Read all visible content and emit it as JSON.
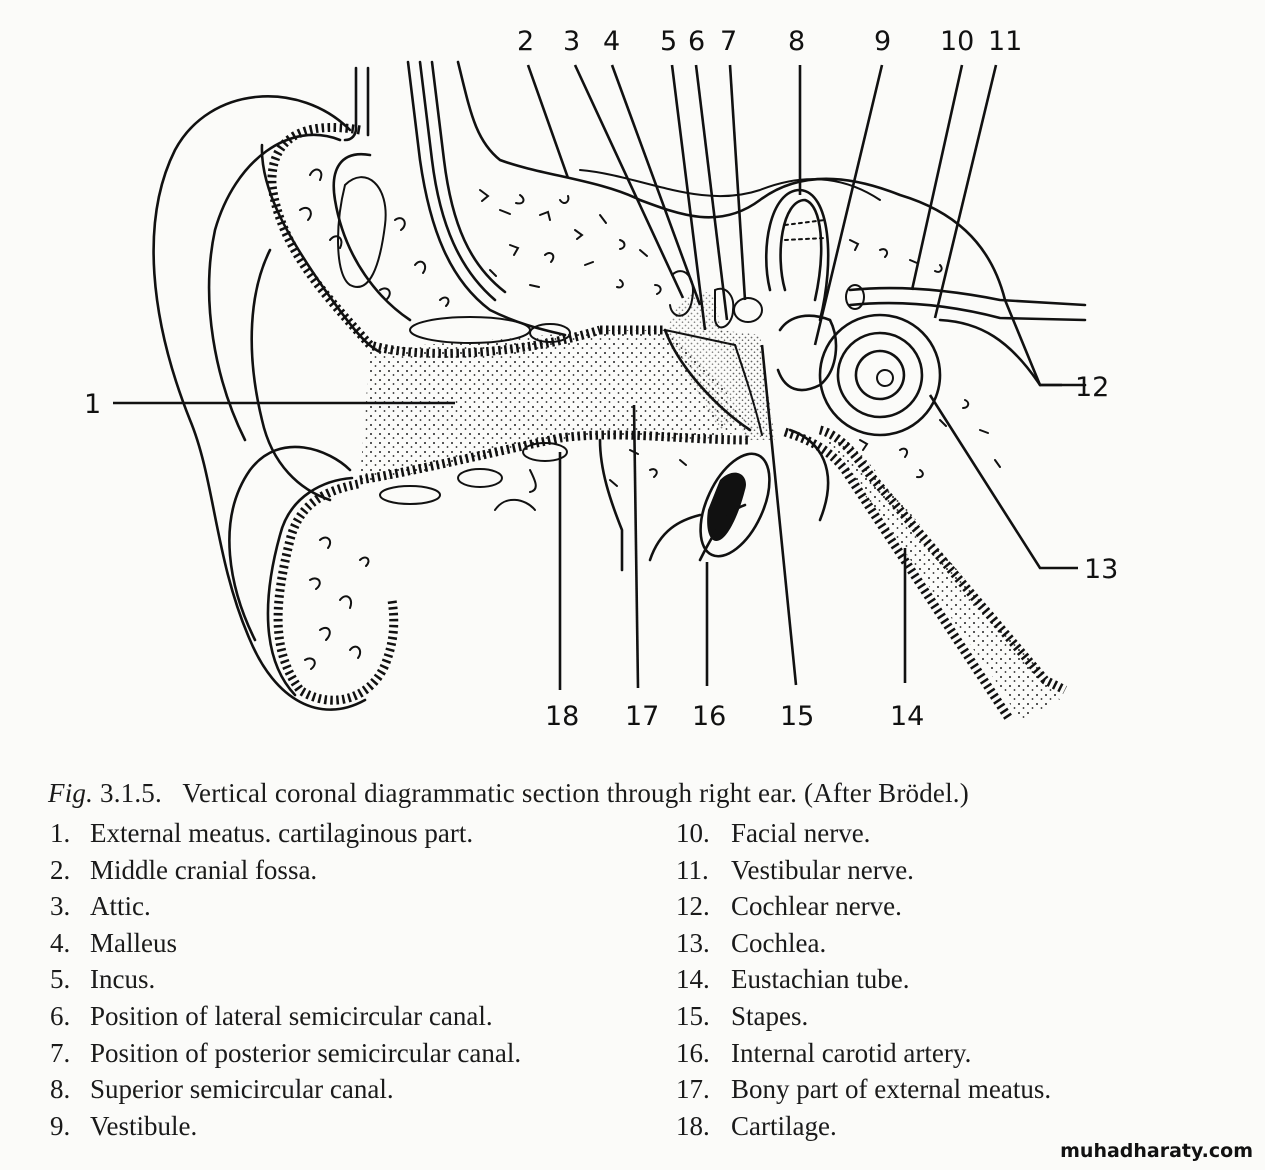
{
  "figure": {
    "caption_prefix": "Fig.",
    "caption_number": "3.1.5.",
    "caption_text": "Vertical coronal diagrammatic section through right ear. (After Brödel.)",
    "callout_numbers": {
      "n1": "1",
      "n2": "2",
      "n3": "3",
      "n4": "4",
      "n5": "5",
      "n6": "6",
      "n7": "7",
      "n8": "8",
      "n9": "9",
      "n10": "10",
      "n11": "11",
      "n12": "12",
      "n13": "13",
      "n14": "14",
      "n15": "15",
      "n16": "16",
      "n17": "17",
      "n18": "18"
    }
  },
  "legend": {
    "left": [
      {
        "num": "1.",
        "label": "External meatus. cartilaginous part."
      },
      {
        "num": "2.",
        "label": "Middle cranial fossa."
      },
      {
        "num": "3.",
        "label": "Attic."
      },
      {
        "num": "4.",
        "label": "Malleus"
      },
      {
        "num": "5.",
        "label": "Incus."
      },
      {
        "num": "6.",
        "label": "Position of lateral semicircular canal."
      },
      {
        "num": "7.",
        "label": "Position of posterior semicircular canal."
      },
      {
        "num": "8.",
        "label": "Superior semicircular canal."
      },
      {
        "num": "9.",
        "label": "Vestibule."
      }
    ],
    "right": [
      {
        "num": "10.",
        "label": "Facial nerve."
      },
      {
        "num": "11.",
        "label": "Vestibular nerve."
      },
      {
        "num": "12.",
        "label": "Cochlear nerve."
      },
      {
        "num": "13.",
        "label": "Cochlea."
      },
      {
        "num": "14.",
        "label": "Eustachian tube."
      },
      {
        "num": "15.",
        "label": "Stapes."
      },
      {
        "num": "16.",
        "label": "Internal carotid artery."
      },
      {
        "num": "17.",
        "label": "Bony part of external meatus."
      },
      {
        "num": "18.",
        "label": "Cartilage."
      }
    ]
  },
  "watermark": "muhadharaty.com"
}
